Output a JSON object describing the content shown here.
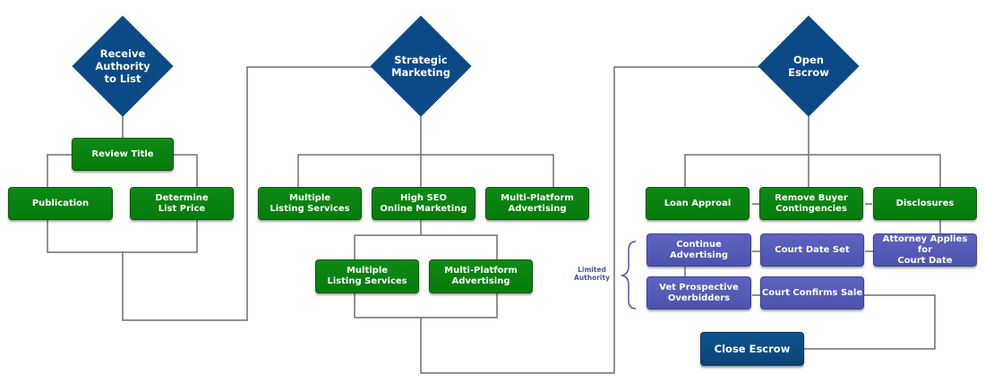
{
  "diagram": {
    "colors": {
      "decision": "#0b4a86",
      "step": "#067a0c",
      "court_step": "#4d53ad",
      "terminal": "#0a4477",
      "connector": "#6e6e6e",
      "annotation": "#4a52b0"
    },
    "stage1": {
      "decision": "Receive\nAuthority\nto List",
      "review_title": "Review Title",
      "publication": "Publication",
      "determine_price": "Determine\nList Price"
    },
    "stage2": {
      "decision": "Strategic\nMarketing",
      "mls": "Multiple\nListing Services",
      "seo": "High SEO\nOnline Marketing",
      "multi_platform": "Multi-Platform\nAdvertising",
      "mls_2": "Multiple\nListing Services",
      "multi_platform_2": "Multi-Platform\nAdvertising"
    },
    "stage3": {
      "decision": "Open\nEscrow",
      "loan_approval": "Loan Approal",
      "remove_contingencies": "Remove Buyer\nContingencies",
      "disclosures": "Disclosures",
      "continue_advertising": "Continue\nAdvertising",
      "court_date_set": "Court Date Set",
      "attorney_applies": "Attorney Applies for\nCourt Date",
      "vet_overbidders": "Vet Prospective\nOverbidders",
      "court_confirms": "Court Confirms Sale",
      "close_escrow": "Close Escrow",
      "limited_authority": "Limited\nAuthority"
    }
  }
}
